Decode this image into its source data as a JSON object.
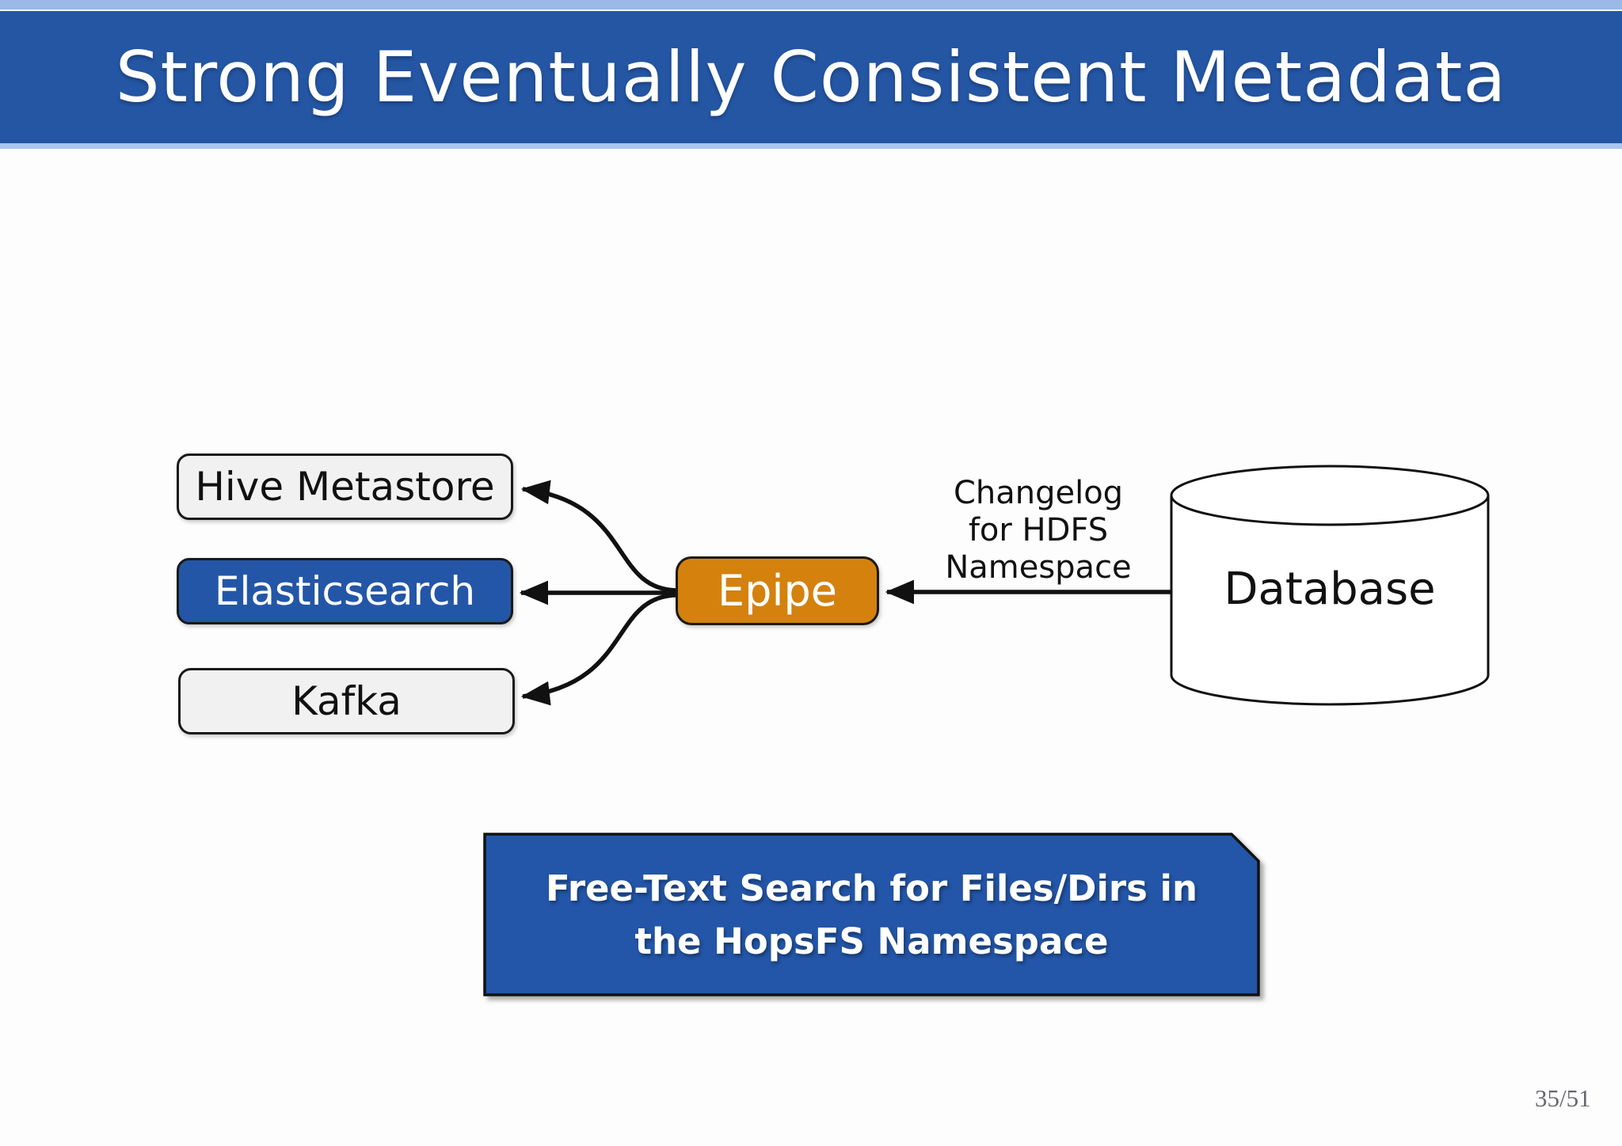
{
  "slide": {
    "title": "Strong Eventually Consistent Metadata",
    "page_indicator": "35/51"
  },
  "diagram": {
    "sinks": [
      {
        "label": "Hive Metastore",
        "variant": "light"
      },
      {
        "label": "Elasticsearch",
        "variant": "blue"
      },
      {
        "label": "Kafka",
        "variant": "light"
      }
    ],
    "processor": {
      "label": "Epipe"
    },
    "database": {
      "label": "Database"
    },
    "changelog_lines": [
      "Changelog",
      "for HDFS",
      "Namespace"
    ]
  },
  "banner": {
    "lines": [
      "Free-Text Search for Files/Dirs in",
      "the HopsFS Namespace"
    ]
  },
  "colors": {
    "header_blue": "#2456a4",
    "header_light_strip": "#9cb8e6",
    "elasticsearch_blue": "#2356a6",
    "banner_blue": "#2356a8",
    "epipe_orange": "#d4810e",
    "sink_box_gray": "#f2f1f2",
    "arrow_black": "#111111",
    "page_number_gray": "#67676c"
  }
}
